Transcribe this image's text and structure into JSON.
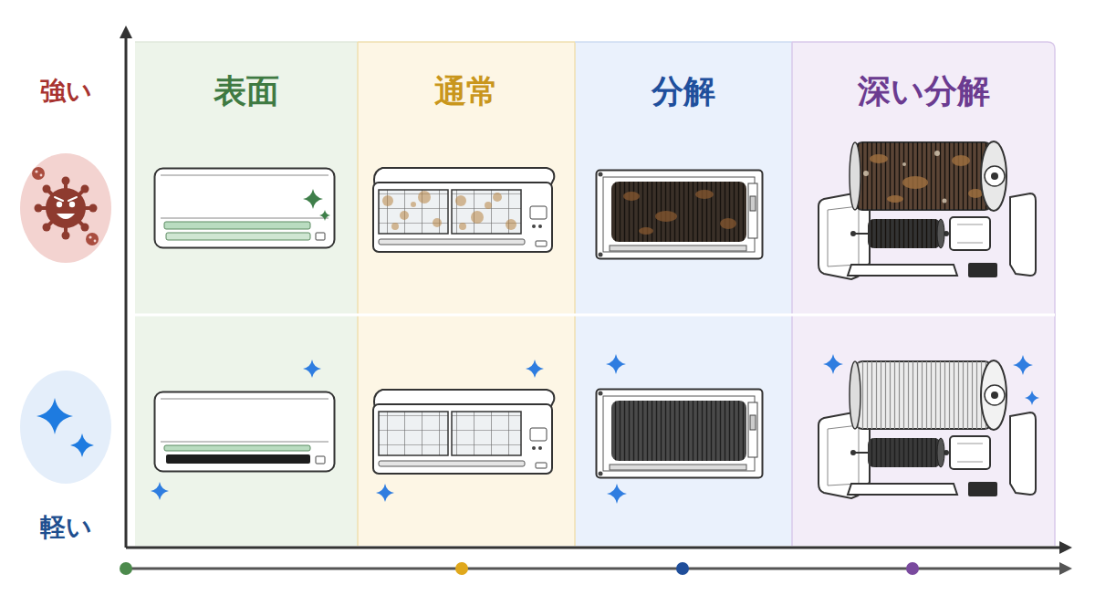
{
  "diagram": {
    "nodes": [
      {
        "text": [
          "表面"
        ]
      },
      {
        "text": [
          "通常"
        ]
      },
      {
        "text": [
          "分解"
        ]
      },
      {
        "text": [
          "深い分解"
        ]
      }
    ],
    "labels": [
      "強い",
      "軽い"
    ]
  }
}
